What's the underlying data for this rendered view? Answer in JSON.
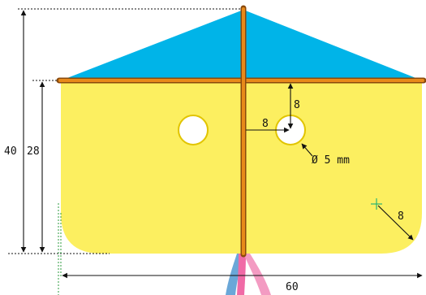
{
  "colors": {
    "kite_body": "#fcef60",
    "kite_top": "#00b4e8",
    "spar": "#e88a1a",
    "spar_outline": "#8a4a0c",
    "hole_outline": "#e1c400",
    "tail_blue": "#6aa7d8",
    "tail_pink": "#f06aa6",
    "tail_light_pink": "#f39bc2",
    "center_mark": "#2bb673",
    "dimension": "#111111"
  },
  "dimensions": {
    "total_height": "40",
    "body_height": "28",
    "width": "60",
    "hole_offset_x": "8",
    "hole_offset_y": "8",
    "hole_diameter": "Ø 5 mm",
    "corner_radius": "8"
  },
  "icons": {
    "center_mark": "crosshair-icon"
  }
}
